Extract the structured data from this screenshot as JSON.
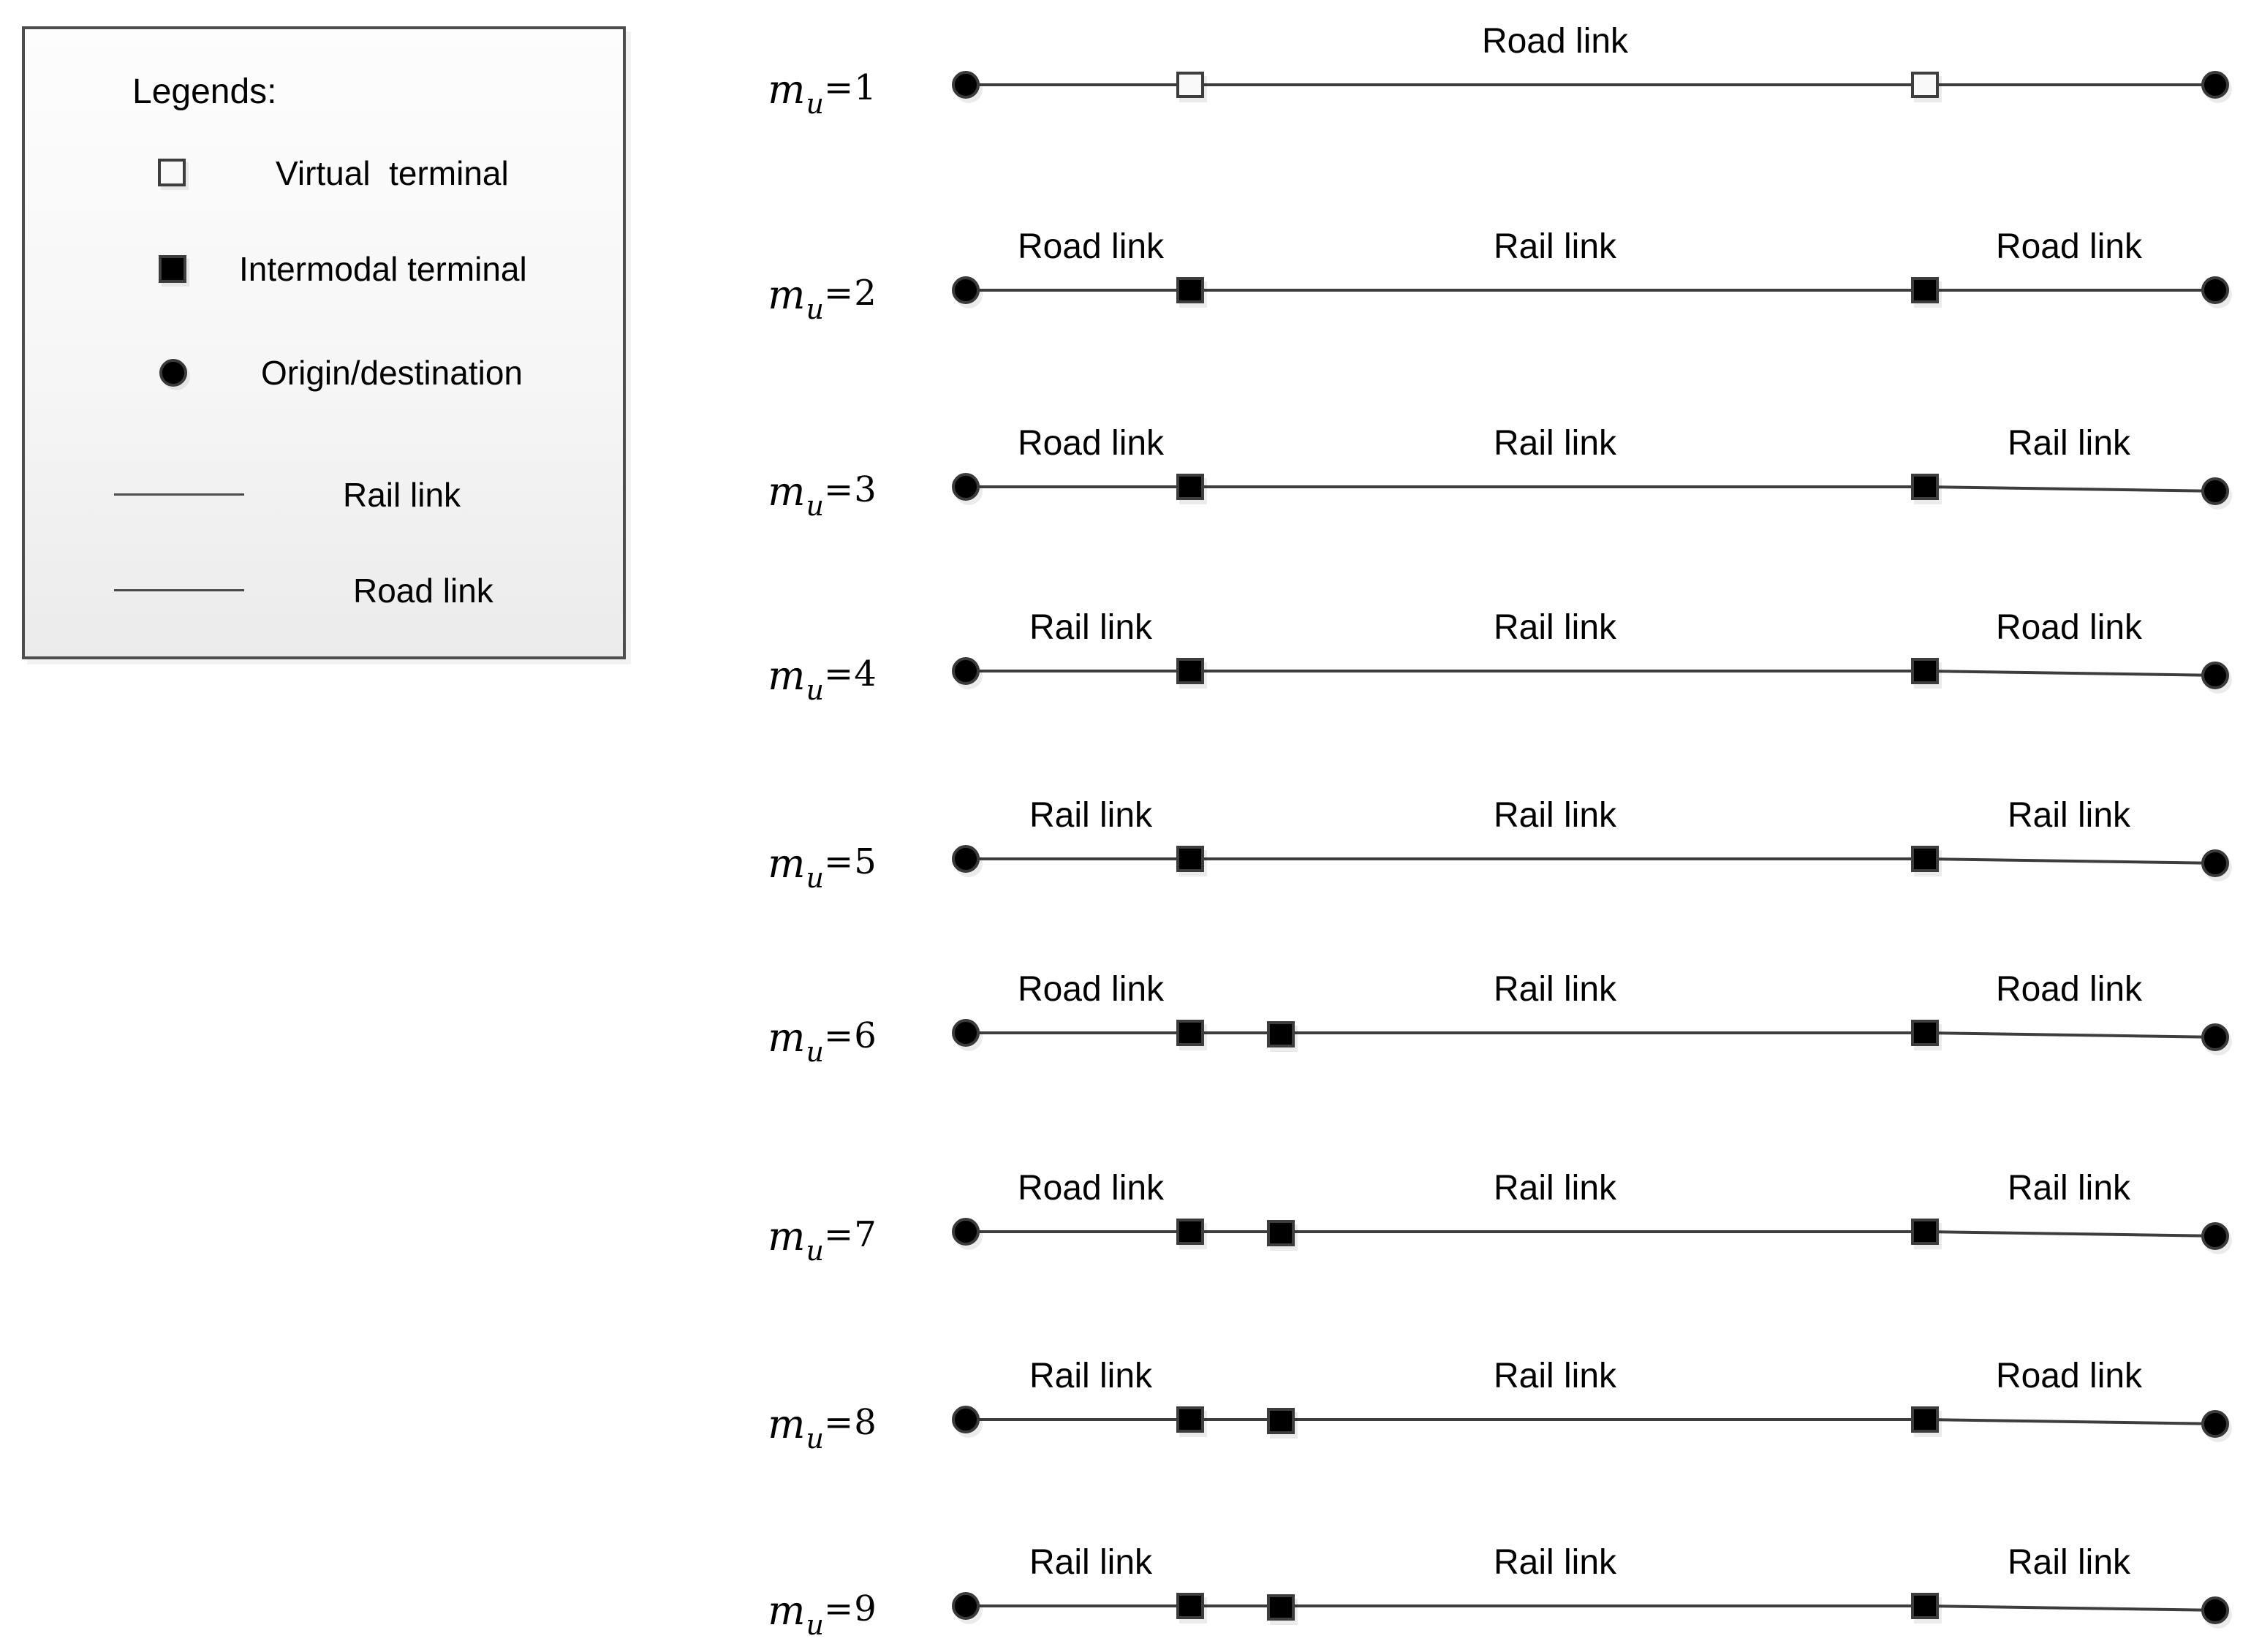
{
  "legend": {
    "title": "Legends:",
    "items": [
      {
        "icon": "virtual-terminal-icon",
        "label": "Virtual  terminal"
      },
      {
        "icon": "intermodal-terminal-icon",
        "label": "Intermodal terminal"
      },
      {
        "icon": "origin-destination-icon",
        "label": "Origin/destination"
      },
      {
        "icon": "rail-link-icon",
        "label": "Rail link"
      },
      {
        "icon": "road-link-icon",
        "label": "Road link"
      }
    ]
  },
  "diagram": {
    "row_label_prefix": "m",
    "row_label_subscript": "u",
    "rows": [
      {
        "suffix": "=1",
        "terminals": "virtual",
        "double_first_terminal": false,
        "segment_labels": [
          "Road link"
        ]
      },
      {
        "suffix": "=2",
        "terminals": "intermodal",
        "double_first_terminal": false,
        "segment_labels": [
          "Road link",
          "Rail link",
          "Road link"
        ]
      },
      {
        "suffix": "=3",
        "terminals": "intermodal",
        "double_first_terminal": false,
        "segment_labels": [
          "Road link",
          "Rail link",
          "Rail link"
        ]
      },
      {
        "suffix": "=4",
        "terminals": "intermodal",
        "double_first_terminal": false,
        "segment_labels": [
          "Rail link",
          "Rail link",
          "Road link"
        ]
      },
      {
        "suffix": "=5",
        "terminals": "intermodal",
        "double_first_terminal": false,
        "segment_labels": [
          "Rail link",
          "Rail link",
          "Rail link"
        ]
      },
      {
        "suffix": "=6",
        "terminals": "intermodal",
        "double_first_terminal": true,
        "segment_labels": [
          "Road link",
          "Rail link",
          "Road link"
        ]
      },
      {
        "suffix": "=7",
        "terminals": "intermodal",
        "double_first_terminal": true,
        "segment_labels": [
          "Road link",
          "Rail link",
          "Rail link"
        ]
      },
      {
        "suffix": "=8",
        "terminals": "intermodal",
        "double_first_terminal": true,
        "segment_labels": [
          "Rail link",
          "Rail link",
          "Road link"
        ]
      },
      {
        "suffix": "=9",
        "terminals": "intermodal",
        "double_first_terminal": true,
        "segment_labels": [
          "Rail link",
          "Rail link",
          "Rail link"
        ]
      }
    ]
  },
  "colors": {
    "line": "#3d3d3d",
    "terminal_fill": "#000000",
    "terminal_border": "#3d3d3d",
    "virtual_terminal_fill": "#f9f9f9",
    "legend_border": "#4d4d4d",
    "background": "#ffffff"
  }
}
